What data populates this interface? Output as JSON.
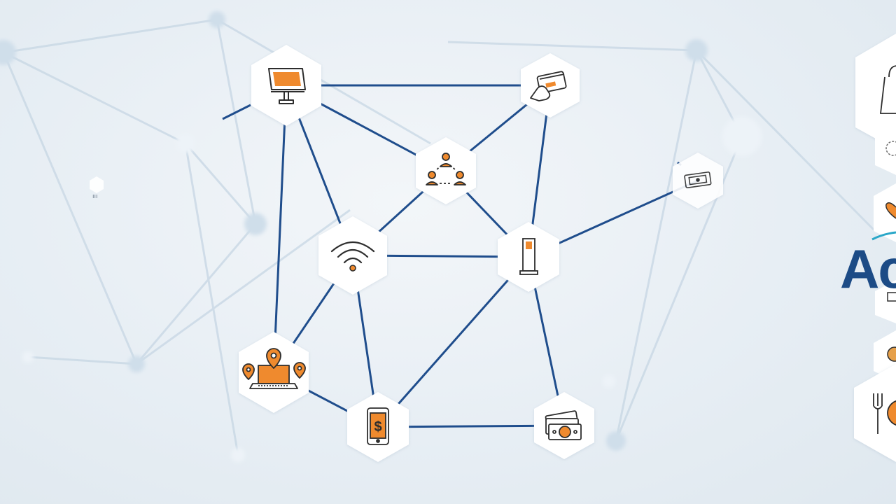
{
  "colors": {
    "accent_orange": "#ef8a2e",
    "line_blue": "#1f4d8c",
    "icon_dark": "#2d2d2d",
    "hex_fill": "#ffffff",
    "bg_light": "#e8eff5"
  },
  "network": {
    "nodes": [
      {
        "id": "kiosk-monitor",
        "icon": "kiosk-monitor-icon"
      },
      {
        "id": "card-payment",
        "icon": "card-payment-icon"
      },
      {
        "id": "people-network",
        "icon": "people-network-icon"
      },
      {
        "id": "wifi",
        "icon": "wifi-icon"
      },
      {
        "id": "standing-kiosk",
        "icon": "standing-kiosk-icon"
      },
      {
        "id": "laptop-locations",
        "icon": "laptop-location-icon"
      },
      {
        "id": "mobile-payment",
        "icon": "mobile-dollar-icon"
      },
      {
        "id": "cash",
        "icon": "cash-money-icon"
      },
      {
        "id": "banknote",
        "icon": "banknote-icon"
      }
    ],
    "edges": [
      [
        "kiosk-monitor",
        "card-payment"
      ],
      [
        "kiosk-monitor",
        "people-network"
      ],
      [
        "kiosk-monitor",
        "wifi"
      ],
      [
        "kiosk-monitor",
        "laptop-locations"
      ],
      [
        "card-payment",
        "people-network"
      ],
      [
        "card-payment",
        "standing-kiosk"
      ],
      [
        "people-network",
        "wifi"
      ],
      [
        "people-network",
        "standing-kiosk"
      ],
      [
        "wifi",
        "standing-kiosk"
      ],
      [
        "wifi",
        "laptop-locations"
      ],
      [
        "wifi",
        "mobile-payment"
      ],
      [
        "standing-kiosk",
        "mobile-payment"
      ],
      [
        "standing-kiosk",
        "cash"
      ],
      [
        "standing-kiosk",
        "banknote"
      ],
      [
        "laptop-locations",
        "mobile-payment"
      ],
      [
        "mobile-payment",
        "cash"
      ]
    ]
  },
  "side_panel": {
    "icons": [
      "shopping-bag-icon",
      "gear-icon",
      "heart-icon",
      "car-icon",
      "food-icon",
      "cutlery-icon"
    ]
  },
  "brand": {
    "text_fragment": "Ac"
  },
  "loose_text": "ııı"
}
